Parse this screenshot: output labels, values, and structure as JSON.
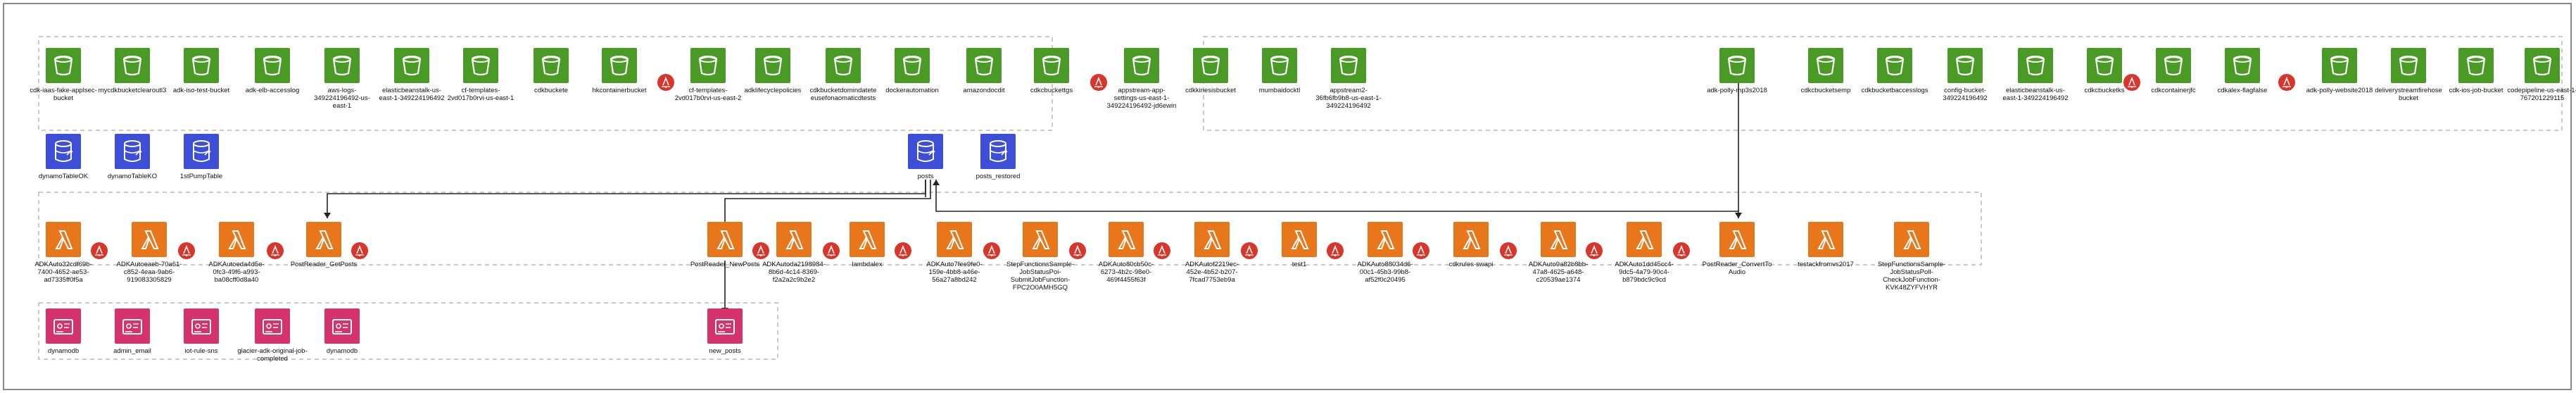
{
  "colors": {
    "s3": "#4a9a26",
    "dynamodb": "#3d4fd8",
    "lambda": "#e8761a",
    "iam": "#d6336c",
    "alert": "#d9352b"
  },
  "s3_buckets": [
    "cdk-iaas-fake-applsec-bucket",
    "mycdkbucketclearoutl3",
    "adk-iso-test-bucket",
    "adk-elb-accesslog",
    "aws-logs-349224196492-us-east-1",
    "elasticbeanstalk-us-east-1-349224196492",
    "cf-templates-2vd017b0rvi-us-east-1",
    "cdkbuckete",
    "hkcontainerbucket",
    "cf-templates-2vd017b0rvi-us-east-2",
    "adklifecyclepolicies",
    "cdkbucketdomindatete eusefonaomaticdtests",
    "dockerautomation",
    "amazondocdit",
    "cdkcbuckettgs",
    "appstream-app-settings-us-east-1-349224196492-jd6ewin",
    "cdkkinesisbucket",
    "mumbaidocktl",
    "appstream2-36fb6fb9b8-us-east-1-349224196492",
    "adk-polly-mp3s2018",
    "cdkcbucketsemp",
    "cdkbucketbaccesslogs",
    "config-bucket-349224196492",
    "elasticbeanstalk-us-east-1-349224196492",
    "cdkcbucketks",
    "cdkcontainerjfc",
    "cdkalex-flagfalse",
    "adk-polly-website2018",
    "deliverystreamfirehosebucket",
    "cdk-ios-job-bucket",
    "codepipeline-us-east-1-767201229115"
  ],
  "dynamodb_tables": [
    "dynamoTableOK",
    "dynamoTableKO",
    "1stPumpTable",
    "posts",
    "posts_restored"
  ],
  "lambda_functions": [
    "ADKAuto32cdf69b-7400-4652-ae53-ad7335ff0f5a",
    "ADKAutoeaeb-70a61-c852-4eaa-9ab6-919083305829",
    "ADKAutoeda4d5e-0fc3-49f6-a993-ba08cff0d8a40",
    "PostReader_GetPosts",
    "PostReader_NewPosts",
    "ADKAutoda2198984-8b6d-4c14-8369-f2a2a2c9b2e2",
    "lambdalex",
    "ADKAuto7fee9fe0-159e-4bb8-a46e-56a27a8bd242",
    "StepFunctionsSample-JobStatusPoi-SubmitJobFunction-FPC2O0AMH5GQ",
    "ADKAuto80cb50c-6273-4b2c-98e0-469f4455f63f",
    "ADKAutof2219ec-452e-4b52-b207-7fcad7753eb9a",
    "test1",
    "ADKAuto88034d6-00c1-45b3-99b8-af52f0c20495",
    "cdkrules-swapi",
    "ADKAuto9a82b8bb-47a8-4625-a648-c20539ae1374",
    "ADKAuto1dd45cc4-9dc5-4a79-90c4-b879bdc9c9cd",
    "PostReader_ConvertToAudio",
    "testackfromvs2017",
    "StepFunctionsSample-JobStatusPoll-CheckJobFunction-KVK48ZYFVHYR"
  ],
  "iam_roles": [
    "dynamodb",
    "admin_email",
    "iot-rule-sns",
    "glacier-adk-original-job-completed",
    "dynamodb",
    "new_posts"
  ]
}
